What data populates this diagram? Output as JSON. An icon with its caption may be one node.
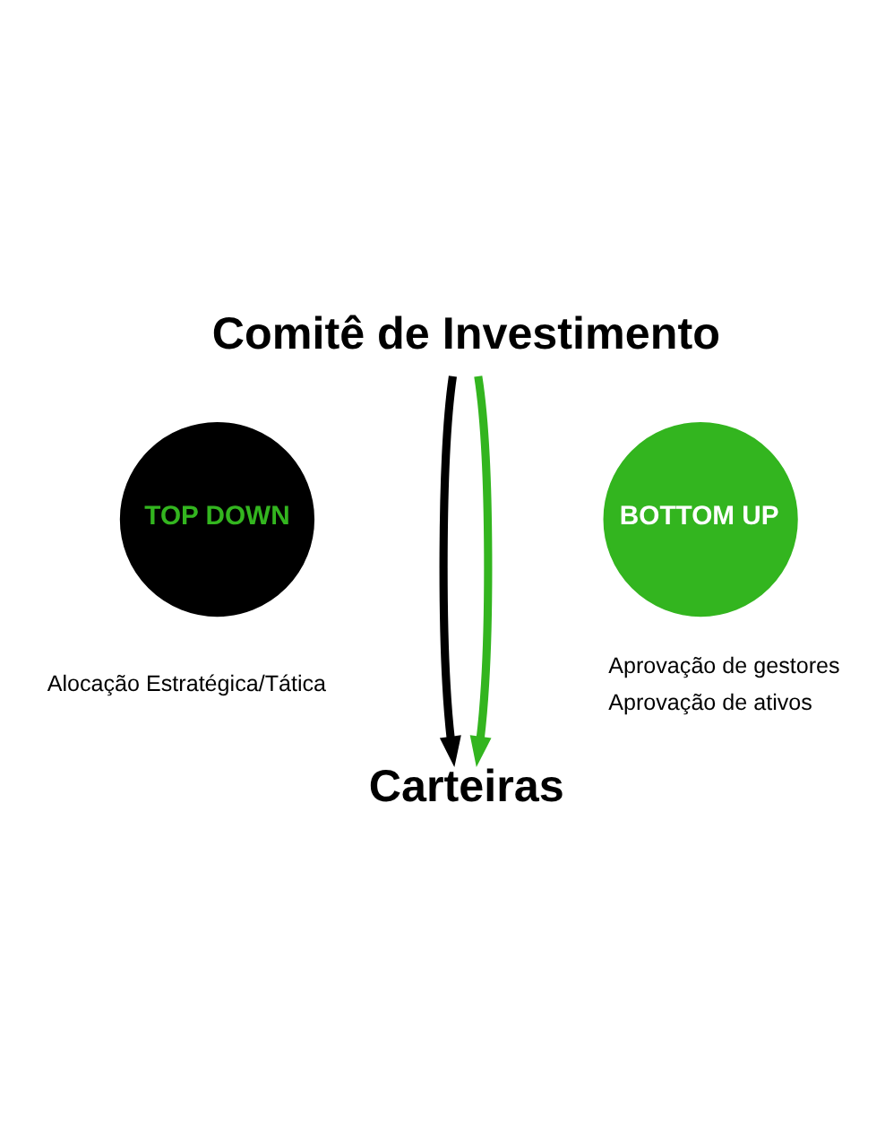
{
  "diagram": {
    "nodes": [
      {
        "text": [
          "Comitê de Investimento"
        ]
      },
      {
        "text": [
          "TOP DOWN"
        ],
        "beside": [
          "Alocação Estratégica/Tática"
        ]
      },
      {
        "text": [
          "BOTTOM UP"
        ],
        "beside": [
          "Aprovação de gestores",
          "Aprovação de ativos"
        ]
      },
      {
        "text": [
          "Carteiras"
        ]
      }
    ],
    "edges": [
      {
        "from": 0,
        "to": 3,
        "arrow": "to"
      },
      {
        "from": 0,
        "to": 3,
        "arrow": "to",
        "color": "#33b51f"
      }
    ]
  }
}
